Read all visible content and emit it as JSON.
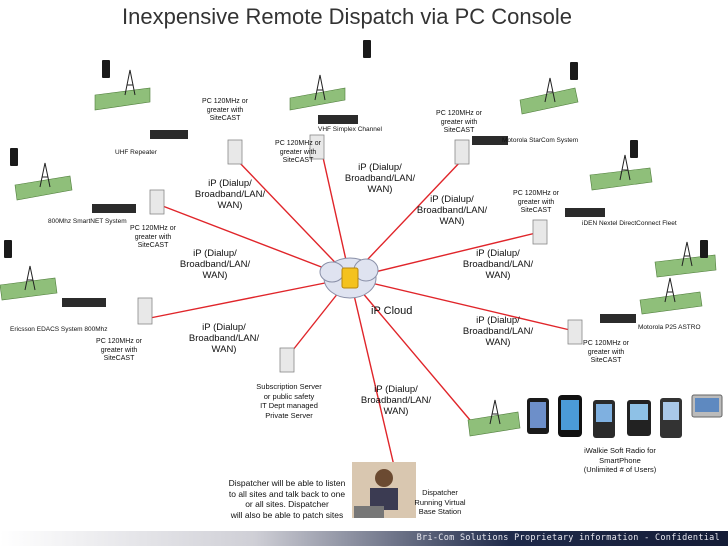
{
  "title": "Inexpensive Remote Dispatch via PC Console",
  "hub_label": "iP Cloud",
  "wan_label": [
    "iP (Dialup/",
    "Broadband/LAN/",
    "WAN)"
  ],
  "pc_label": [
    "PC 120MHz or",
    "greater with",
    "SiteCAST"
  ],
  "systems": {
    "uhf_repeater": "UHF Repeater",
    "vhf_simplex": "VHF Simplex Channel",
    "starcom": "Motorola StarCom System",
    "smartnet": "800Mhz SmartNET System",
    "iden": "iDEN Nextel DirectConnect Fleet",
    "edacs": "Ericsson EDACS System 800Mhz",
    "p25": "Motorola P25 ASTRO"
  },
  "server_label": [
    "Subscription Server",
    "or public safety",
    "IT Dept managed",
    "Private Server"
  ],
  "iwalkie_label": [
    "iWalkie Soft Radio for",
    "SmartPhone",
    "(Unlimited # of Users)"
  ],
  "dispatcher_note": [
    "Dispatcher will be able to listen",
    "to all sites and talk back to one",
    "or all sites. Dispatcher",
    "will also be able to patch sites"
  ],
  "dispatcher_label": [
    "Dispatcher",
    "Running Virtual",
    "Base Station"
  ],
  "footer": "Bri-Com Solutions Proprietary information - Confidential",
  "colors": {
    "link": "#e0252a",
    "cloud": "#dfe3f0",
    "ground": "#8fbf7a",
    "footer": "#1f2a4a"
  }
}
